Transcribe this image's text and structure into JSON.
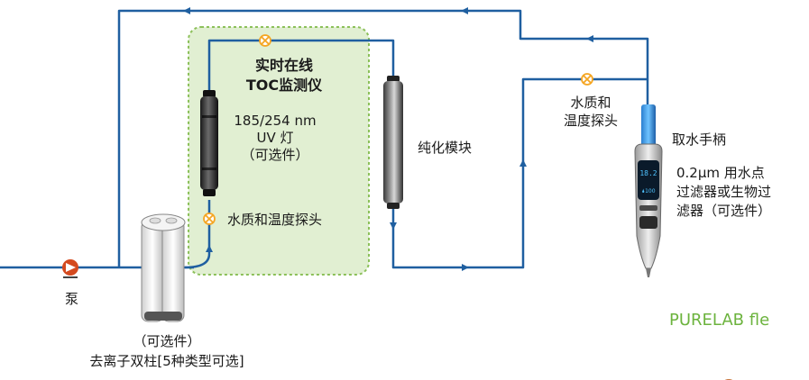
{
  "labels": {
    "toc_title": "实时在线\nTOC监测仪",
    "uv_lamp": "185/254 nm\nUV 灯\n（可选件）",
    "probe_left": "水质和温度探头",
    "probe_right": "水质和\n温度探头",
    "purification_module": "纯化模块",
    "dispenser": "取水手柄",
    "filter": "0.2μm 用水点\n过滤器或生物过\n滤器（可选件）",
    "pump": "泵",
    "deionization": "（可选件）\n去离子双柱[5种类型可选]",
    "brand": "PURELAB fle"
  },
  "handset_display": {
    "reading": "18.2",
    "temp": "🌢100"
  },
  "colors": {
    "pipe": "#1f5fa0",
    "toc_zone_fill": "#e1efd2",
    "toc_zone_border": "#8cc05a",
    "probe_icon": "#f5a623",
    "brand": "#6cb33e",
    "pump": "#d44a1f"
  }
}
